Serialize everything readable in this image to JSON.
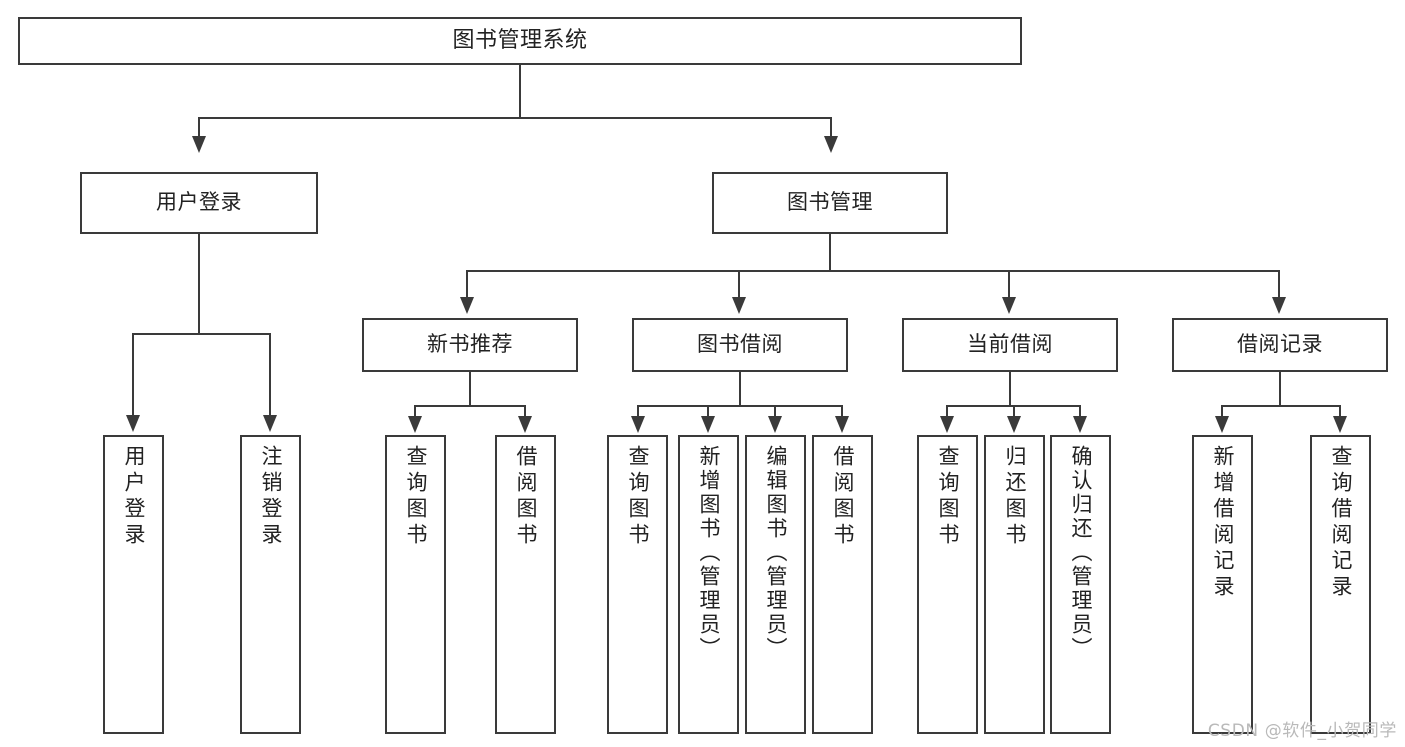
{
  "diagram": {
    "type": "tree-hierarchy",
    "title": "图书管理系统",
    "watermark": "CSDN @软件_小贺同学",
    "colors": {
      "background": "#ffffff",
      "box_border": "#3a3a3a",
      "box_fill": "#ffffff",
      "text": "#222222",
      "connector": "#3a3a3a",
      "watermark": "#b9b9b9"
    },
    "root": {
      "label": "图书管理系统"
    },
    "level2": [
      {
        "label": "用户登录"
      },
      {
        "label": "图书管理"
      }
    ],
    "level3": [
      {
        "label": "新书推荐"
      },
      {
        "label": "图书借阅"
      },
      {
        "label": "当前借阅"
      },
      {
        "label": "借阅记录"
      }
    ],
    "leaves": {
      "user_login": [
        {
          "label": "用户登录"
        },
        {
          "label": "注销登录"
        }
      ],
      "new_book_recommend": [
        {
          "label": "查询图书"
        },
        {
          "label": "借阅图书"
        }
      ],
      "book_borrow": [
        {
          "label": "查询图书"
        },
        {
          "label": "新增图书（管理员）"
        },
        {
          "label": "编辑图书（管理员）"
        },
        {
          "label": "借阅图书"
        }
      ],
      "current_borrow": [
        {
          "label": "查询图书"
        },
        {
          "label": "归还图书"
        },
        {
          "label": "确认归还（管理员）"
        }
      ],
      "borrow_record": [
        {
          "label": "新增借阅记录"
        },
        {
          "label": "查询借阅记录"
        }
      ]
    }
  }
}
